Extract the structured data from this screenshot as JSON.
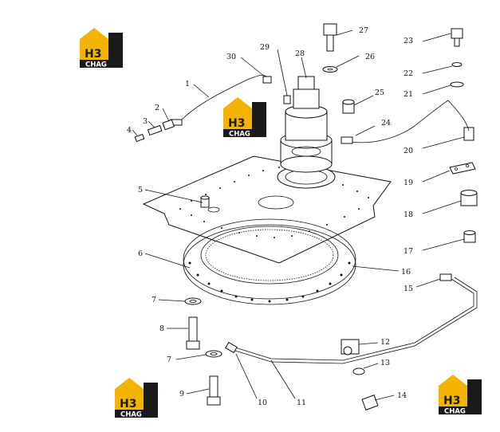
{
  "logo": {
    "line1": "H3",
    "line2": "CHAG",
    "color_gold": "#f2b400",
    "color_dark": "#1a1a1a"
  },
  "callouts": [
    "1",
    "2",
    "3",
    "4",
    "5",
    "6",
    "7",
    "7",
    "8",
    "9",
    "10",
    "11",
    "12",
    "13",
    "14",
    "15",
    "16",
    "17",
    "18",
    "19",
    "20",
    "21",
    "22",
    "23",
    "24",
    "25",
    "26",
    "27",
    "28",
    "29",
    "30"
  ]
}
